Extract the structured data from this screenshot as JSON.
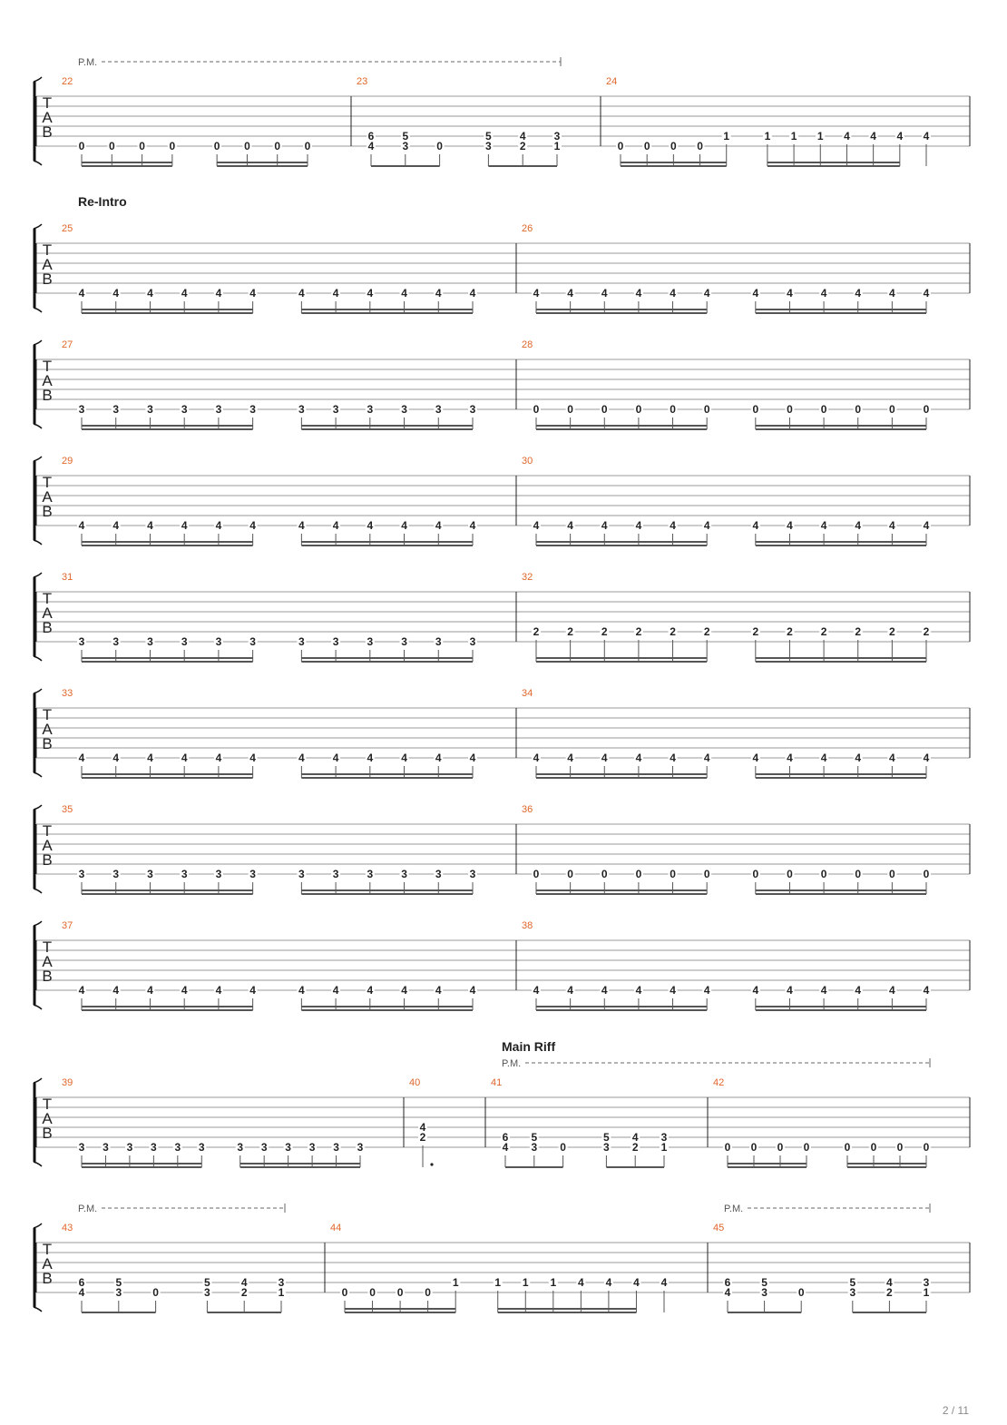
{
  "page": {
    "number_label": "2 / 11"
  },
  "labels": {
    "tab_clef": [
      "T",
      "A",
      "B"
    ],
    "palm_mute": "P.M."
  },
  "colors": {
    "measure_number": "#e0662a",
    "staff_line": "#9a9a9a",
    "note": "#222222",
    "beam": "#555555"
  },
  "systems": [
    {
      "section": "",
      "pm": [
        {
          "start": 0,
          "end": 1
        }
      ],
      "measures": [
        {
          "number": "22",
          "beam_groups": [
            [
              0,
              4
            ],
            [
              4,
              8
            ]
          ],
          "notes": [
            {
              "frets": [
                [
                  "0",
                  6
                ]
              ]
            },
            {
              "frets": [
                [
                  "0",
                  6
                ]
              ]
            },
            {
              "frets": [
                [
                  "0",
                  6
                ]
              ]
            },
            {
              "frets": [
                [
                  "0",
                  6
                ]
              ]
            },
            {
              "frets": [
                [
                  "0",
                  6
                ]
              ]
            },
            {
              "frets": [
                [
                  "0",
                  6
                ]
              ]
            },
            {
              "frets": [
                [
                  "0",
                  6
                ]
              ]
            },
            {
              "frets": [
                [
                  "0",
                  6
                ]
              ]
            }
          ]
        },
        {
          "number": "23",
          "beam_groups": [
            [
              0,
              3
            ],
            [
              3,
              6
            ]
          ],
          "notes": [
            {
              "frets": [
                [
                  "6",
                  5
                ],
                [
                  "4",
                  6
                ]
              ]
            },
            {
              "frets": [
                [
                  "5",
                  5
                ],
                [
                  "3",
                  6
                ]
              ]
            },
            {
              "frets": [
                [
                  "0",
                  6
                ]
              ]
            },
            {
              "frets": [
                [
                  "5",
                  5
                ],
                [
                  "3",
                  6
                ]
              ]
            },
            {
              "frets": [
                [
                  "4",
                  5
                ],
                [
                  "2",
                  6
                ]
              ]
            },
            {
              "frets": [
                [
                  "3",
                  5
                ],
                [
                  "1",
                  6
                ]
              ]
            }
          ]
        },
        {
          "number": "24",
          "beam_groups": [
            [
              0,
              5
            ],
            [
              5,
              11
            ]
          ],
          "notes": [
            {
              "frets": [
                [
                  "0",
                  6
                ]
              ]
            },
            {
              "frets": [
                [
                  "0",
                  6
                ]
              ]
            },
            {
              "frets": [
                [
                  "0",
                  6
                ]
              ]
            },
            {
              "frets": [
                [
                  "0",
                  6
                ]
              ]
            },
            {
              "frets": [
                [
                  "1",
                  5
                ]
              ]
            },
            {
              "frets": [
                [
                  "1",
                  5
                ]
              ]
            },
            {
              "frets": [
                [
                  "1",
                  5
                ]
              ]
            },
            {
              "frets": [
                [
                  "1",
                  5
                ]
              ]
            },
            {
              "frets": [
                [
                  "4",
                  5
                ]
              ]
            },
            {
              "frets": [
                [
                  "4",
                  5
                ]
              ]
            },
            {
              "frets": [
                [
                  "4",
                  5
                ]
              ]
            },
            {
              "frets": [
                [
                  "4",
                  5
                ]
              ]
            }
          ]
        }
      ]
    },
    {
      "section": "Re-Intro",
      "pm": [],
      "measures": [
        {
          "number": "25",
          "repeat": {
            "fret": "4",
            "string": 6,
            "count": 12
          }
        },
        {
          "number": "26",
          "repeat": {
            "fret": "4",
            "string": 6,
            "count": 12
          }
        }
      ]
    },
    {
      "section": "",
      "pm": [],
      "measures": [
        {
          "number": "27",
          "repeat": {
            "fret": "3",
            "string": 6,
            "count": 12
          }
        },
        {
          "number": "28",
          "repeat": {
            "fret": "0",
            "string": 6,
            "count": 12
          }
        }
      ]
    },
    {
      "section": "",
      "pm": [],
      "measures": [
        {
          "number": "29",
          "repeat": {
            "fret": "4",
            "string": 6,
            "count": 12
          }
        },
        {
          "number": "30",
          "repeat": {
            "fret": "4",
            "string": 6,
            "count": 12
          }
        }
      ]
    },
    {
      "section": "",
      "pm": [],
      "measures": [
        {
          "number": "31",
          "repeat": {
            "fret": "3",
            "string": 6,
            "count": 12
          }
        },
        {
          "number": "32",
          "repeat": {
            "fret": "2",
            "string": 5,
            "count": 12
          }
        }
      ]
    },
    {
      "section": "",
      "pm": [],
      "measures": [
        {
          "number": "33",
          "repeat": {
            "fret": "4",
            "string": 6,
            "count": 12
          }
        },
        {
          "number": "34",
          "repeat": {
            "fret": "4",
            "string": 6,
            "count": 12
          }
        }
      ]
    },
    {
      "section": "",
      "pm": [],
      "measures": [
        {
          "number": "35",
          "repeat": {
            "fret": "3",
            "string": 6,
            "count": 12
          }
        },
        {
          "number": "36",
          "repeat": {
            "fret": "0",
            "string": 6,
            "count": 12
          }
        }
      ]
    },
    {
      "section": "",
      "pm": [],
      "measures": [
        {
          "number": "37",
          "repeat": {
            "fret": "4",
            "string": 6,
            "count": 12
          }
        },
        {
          "number": "38",
          "repeat": {
            "fret": "4",
            "string": 6,
            "count": 12
          }
        }
      ]
    },
    {
      "section": "Main Riff",
      "section_at_measure": 2,
      "pm": [
        {
          "start": 2,
          "end": 3
        }
      ],
      "measures": [
        {
          "number": "39",
          "repeat": {
            "fret": "3",
            "string": 6,
            "count": 12
          }
        },
        {
          "number": "40",
          "single": true,
          "notes": [
            {
              "frets": [
                [
                  "4",
                  4
                ],
                [
                  "2",
                  5
                ]
              ]
            }
          ]
        },
        {
          "number": "41",
          "beam_groups": [
            [
              0,
              3
            ],
            [
              3,
              6
            ]
          ],
          "notes": [
            {
              "frets": [
                [
                  "6",
                  5
                ],
                [
                  "4",
                  6
                ]
              ]
            },
            {
              "frets": [
                [
                  "5",
                  5
                ],
                [
                  "3",
                  6
                ]
              ]
            },
            {
              "frets": [
                [
                  "0",
                  6
                ]
              ]
            },
            {
              "frets": [
                [
                  "5",
                  5
                ],
                [
                  "3",
                  6
                ]
              ]
            },
            {
              "frets": [
                [
                  "4",
                  5
                ],
                [
                  "2",
                  6
                ]
              ]
            },
            {
              "frets": [
                [
                  "3",
                  5
                ],
                [
                  "1",
                  6
                ]
              ]
            }
          ]
        },
        {
          "number": "42",
          "beam_groups": [
            [
              0,
              4
            ],
            [
              4,
              8
            ]
          ],
          "notes": [
            {
              "frets": [
                [
                  "0",
                  6
                ]
              ]
            },
            {
              "frets": [
                [
                  "0",
                  6
                ]
              ]
            },
            {
              "frets": [
                [
                  "0",
                  6
                ]
              ]
            },
            {
              "frets": [
                [
                  "0",
                  6
                ]
              ]
            },
            {
              "frets": [
                [
                  "0",
                  6
                ]
              ]
            },
            {
              "frets": [
                [
                  "0",
                  6
                ]
              ]
            },
            {
              "frets": [
                [
                  "0",
                  6
                ]
              ]
            },
            {
              "frets": [
                [
                  "0",
                  6
                ]
              ]
            }
          ]
        }
      ]
    },
    {
      "section": "",
      "pm": [
        {
          "start": 0,
          "end": 0
        },
        {
          "start": 2,
          "end": 2
        }
      ],
      "measures": [
        {
          "number": "43",
          "beam_groups": [
            [
              0,
              3
            ],
            [
              3,
              6
            ]
          ],
          "notes": [
            {
              "frets": [
                [
                  "6",
                  5
                ],
                [
                  "4",
                  6
                ]
              ]
            },
            {
              "frets": [
                [
                  "5",
                  5
                ],
                [
                  "3",
                  6
                ]
              ]
            },
            {
              "frets": [
                [
                  "0",
                  6
                ]
              ]
            },
            {
              "frets": [
                [
                  "5",
                  5
                ],
                [
                  "3",
                  6
                ]
              ]
            },
            {
              "frets": [
                [
                  "4",
                  5
                ],
                [
                  "2",
                  6
                ]
              ]
            },
            {
              "frets": [
                [
                  "3",
                  5
                ],
                [
                  "1",
                  6
                ]
              ]
            }
          ]
        },
        {
          "number": "44",
          "beam_groups": [
            [
              0,
              5
            ],
            [
              5,
              11
            ]
          ],
          "notes": [
            {
              "frets": [
                [
                  "0",
                  6
                ]
              ]
            },
            {
              "frets": [
                [
                  "0",
                  6
                ]
              ]
            },
            {
              "frets": [
                [
                  "0",
                  6
                ]
              ]
            },
            {
              "frets": [
                [
                  "0",
                  6
                ]
              ]
            },
            {
              "frets": [
                [
                  "1",
                  5
                ]
              ]
            },
            {
              "frets": [
                [
                  "1",
                  5
                ]
              ]
            },
            {
              "frets": [
                [
                  "1",
                  5
                ]
              ]
            },
            {
              "frets": [
                [
                  "1",
                  5
                ]
              ]
            },
            {
              "frets": [
                [
                  "4",
                  5
                ]
              ]
            },
            {
              "frets": [
                [
                  "4",
                  5
                ]
              ]
            },
            {
              "frets": [
                [
                  "4",
                  5
                ]
              ]
            },
            {
              "frets": [
                [
                  "4",
                  5
                ]
              ]
            }
          ]
        },
        {
          "number": "45",
          "beam_groups": [
            [
              0,
              3
            ],
            [
              3,
              6
            ]
          ],
          "notes": [
            {
              "frets": [
                [
                  "6",
                  5
                ],
                [
                  "4",
                  6
                ]
              ]
            },
            {
              "frets": [
                [
                  "5",
                  5
                ],
                [
                  "3",
                  6
                ]
              ]
            },
            {
              "frets": [
                [
                  "0",
                  6
                ]
              ]
            },
            {
              "frets": [
                [
                  "5",
                  5
                ],
                [
                  "3",
                  6
                ]
              ]
            },
            {
              "frets": [
                [
                  "4",
                  5
                ],
                [
                  "2",
                  6
                ]
              ]
            },
            {
              "frets": [
                [
                  "3",
                  5
                ],
                [
                  "1",
                  6
                ]
              ]
            }
          ]
        }
      ]
    }
  ]
}
